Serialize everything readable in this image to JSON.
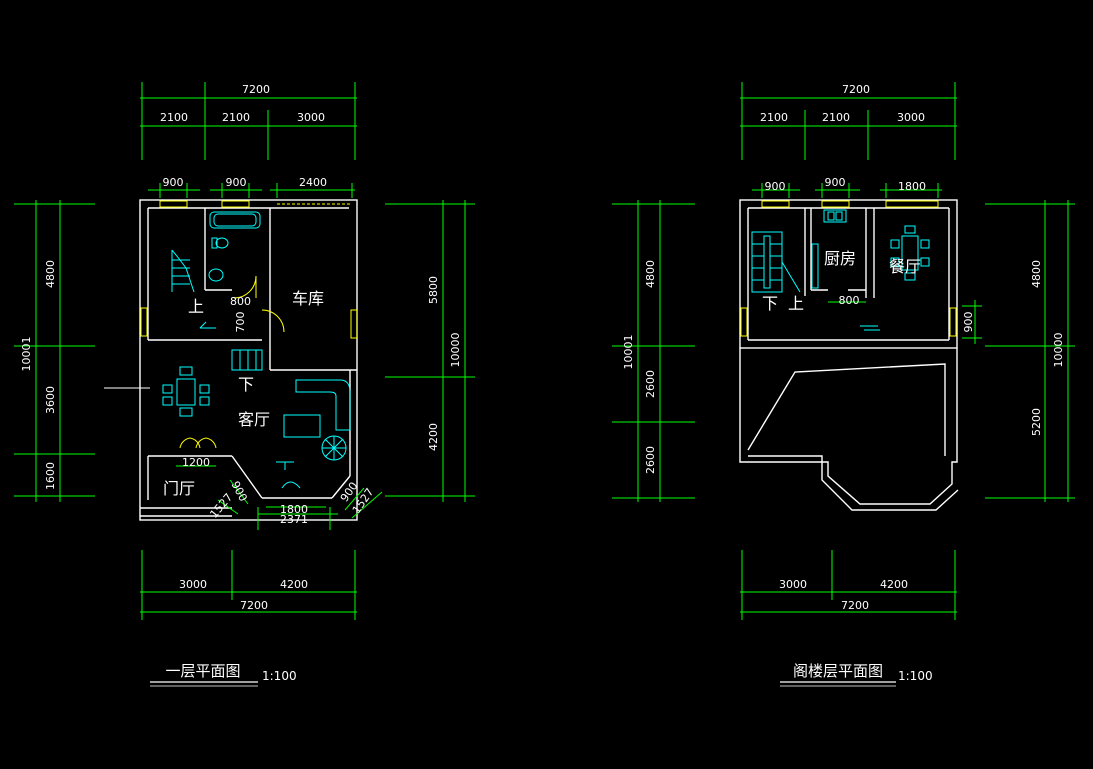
{
  "ground_floor": {
    "title": "一层平面图",
    "scale": "1:100",
    "rooms": {
      "garage": "车库",
      "living": "客厅",
      "foyer": "门厅"
    },
    "stair_up": "上",
    "stair_down": "下",
    "dims": {
      "top_total": "7200",
      "top_a": "2100",
      "top_b": "2100",
      "top_c": "3000",
      "win_a": "900",
      "win_b": "900",
      "win_c": "2400",
      "door_800": "800",
      "door_700": "700",
      "foyer_1200": "1200",
      "bay_900_left": "900",
      "bay_1527_left": "1527",
      "bay_1800": "1800",
      "bay_2371": "2371",
      "bay_900_right": "900",
      "bay_1527_right": "1527",
      "left_total": "10001",
      "left_a": "4800",
      "left_b": "3600",
      "left_c": "1600",
      "right_total": "10000",
      "right_a": "5800",
      "right_b": "4200",
      "bottom_a": "3000",
      "bottom_b": "4200",
      "bottom_total": "7200"
    }
  },
  "attic_floor": {
    "title": "阁楼层平面图",
    "scale": "1:100",
    "rooms": {
      "kitchen": "厨房",
      "dining": "餐厅"
    },
    "stair_down": "下",
    "stair_up": "上",
    "dims": {
      "top_total": "7200",
      "top_a": "2100",
      "top_b": "2100",
      "top_c": "3000",
      "win_a": "900",
      "win_b": "900",
      "win_c": "1800",
      "door_800": "800",
      "win_right": "900",
      "left_total": "10001",
      "left_a": "4800",
      "left_b": "2600",
      "left_c": "2600",
      "right_total": "10000",
      "right_a": "4800",
      "right_b": "5200",
      "bottom_a": "3000",
      "bottom_b": "4200",
      "bottom_total": "7200"
    }
  }
}
